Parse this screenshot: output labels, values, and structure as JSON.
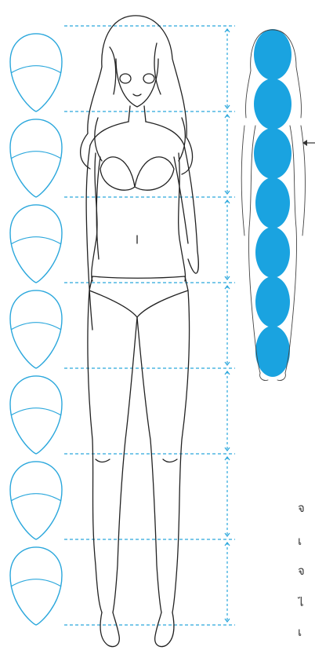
{
  "illustration": {
    "head_units": 7,
    "colors": {
      "guide_blue": "#2aa7dc",
      "fill_blue": "#1aa3e0",
      "line_art": "#222222"
    }
  },
  "side_text": {
    "lines": [
      "จ",
      "เ",
      "จ",
      "ไ",
      "เ"
    ]
  }
}
